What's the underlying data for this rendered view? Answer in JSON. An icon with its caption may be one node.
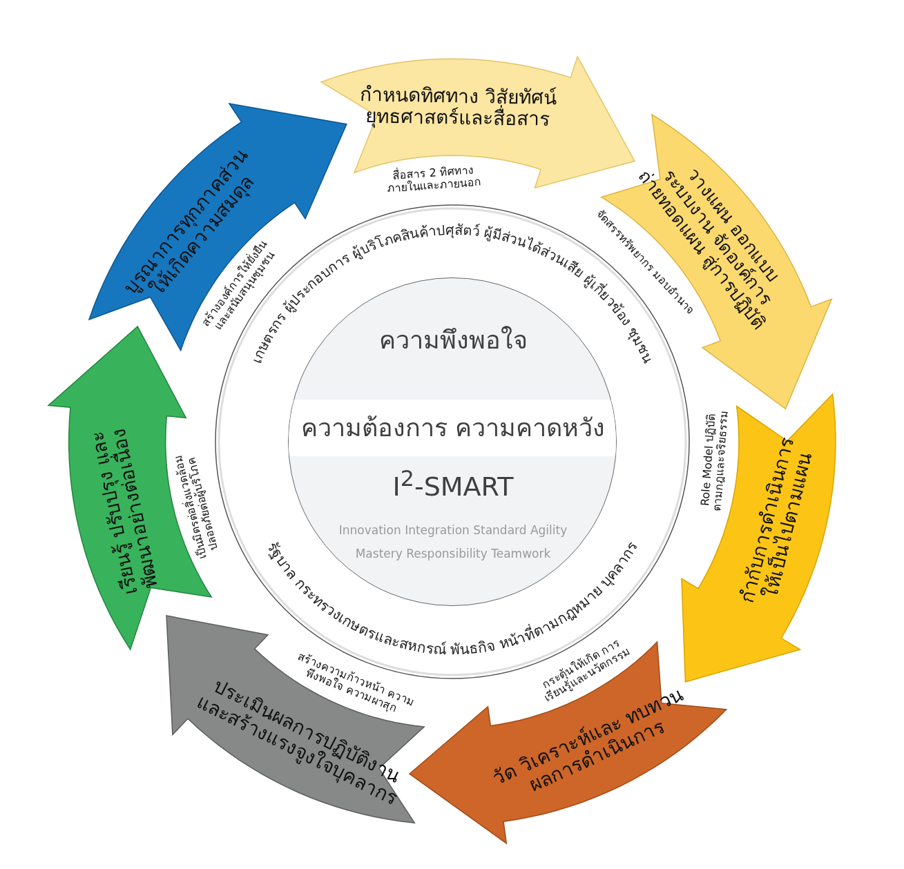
{
  "diagram": {
    "nodes": [
      {
        "text": [
          "เกษตรกร ผู้ประกอบการ ผู้บริโภคสินค้าปศุสัตว์ ผู้มีส่วนได้ส่วนเสีย ผู้เกี่ยวข้อง ชุมชน",
          "ความพึงพอใจ",
          "ความต้องการ ความคาดหวัง",
          "I$^{2}$-SMART",
          "Innovation Integration Standard Agility Mastery Responsibility Teamwork",
          "รัฐบาล กระทรวงเกษตรและสหกรณ์ พันธกิจ หน้าที่ตามกฎหมาย บุคลากร"
        ]
      },
      {
        "text": [
          "กำหนดทิศทาง วิสัยทัศน์ ยุทธศาสตร์และสื่อสาร"
        ]
      },
      {
        "text": [
          "วางแผน ออกแบบระบบงาน จัดองค์การ ถ่ายทอดแผน สู่การปฏิบัติ"
        ]
      },
      {
        "text": [
          "กำกับการดำเนินการ ให้เป็นไปตามแผน"
        ]
      },
      {
        "text": [
          "วัด วิเคราะห์และ ทบทวนผลการดำเนินการ"
        ]
      },
      {
        "text": [
          "ประเมินผลการปฏิบัติงาน และสร้างแรงจูงใจบุคลากร"
        ]
      },
      {
        "text": [
          "เรียนรู้ ปรับปรุง และพัฒนาอย่างต่อเนื่อง"
        ]
      },
      {
        "text": [
          "บูรณาการทุกภาคส่วน ให้เกิดความสมดุล"
        ]
      }
    ],
    "labels": [
      "สื่อสาร 2 ทิศทาง ภายในและภายนอก",
      "จัดสรรทรัพยากร มอบอำนาจ",
      "Role Model ปฏิบัติ ตามกฎและจริยธรรม",
      "กระตุ้นให้เกิด การเรียนรู้และนวัตกรรม",
      "สร้างความก้าวหน้า ความพึงพอใจ ความผาสุก",
      "เป็นมิตรต่อสิ่งแวดล้อม ปลอดภัยต่อผู้บริโภค",
      "สร้างองค์การให้ยั่งยืน และสนับสนุนชุมชน"
    ]
  }
}
